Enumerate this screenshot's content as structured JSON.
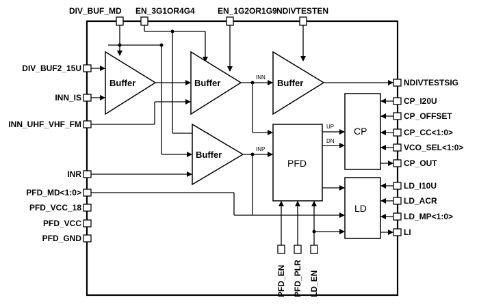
{
  "top_pins": {
    "div_buf_md": "DIV_BUF_MD",
    "en_3g1or4g4": "EN_3G1OR4G4",
    "en_1g2or1g9": "EN_1G2OR1G9",
    "ndivtesten": "NDIVTESTEN"
  },
  "left_pins": {
    "div_buf2_15u": "DIV_BUF2_15U",
    "inn_is": "INN_IS",
    "inn_uhf_vhf_fm": "INN_UHF_VHF_FM",
    "inr": "INR",
    "pfd_md": "PFD_MD<1:0>",
    "pfd_vcc_18": "PFD_VCC_18",
    "pfd_vcc": "PFD_VCC",
    "pfd_gnd": "PFD_GND"
  },
  "right_pins": {
    "ndivtestsig": "NDIVTESTSIG",
    "cp_i20u": "CP_I20U",
    "cp_offset": "CP_OFFSET",
    "cp_cc": "CP_CC<1:0>",
    "vco_sel": "VCO_SEL<1:0>",
    "cp_out": "CP_OUT",
    "ld_i10u": "LD_I10U",
    "ld_acr": "LD_ACR",
    "ld_mp": "LD_MP<1:0>",
    "li": "LI"
  },
  "bottom_pins": {
    "pfd_en": "PFD_EN",
    "pfd_plr": "PFD_PLR",
    "ld_en": "LD_EN"
  },
  "blocks": {
    "buffer": "Buffer",
    "pfd": "PFD",
    "cp": "CP",
    "ld": "LD"
  },
  "signals": {
    "inn": "INN",
    "inp": "INP",
    "up": "UP",
    "dn": "DN"
  }
}
